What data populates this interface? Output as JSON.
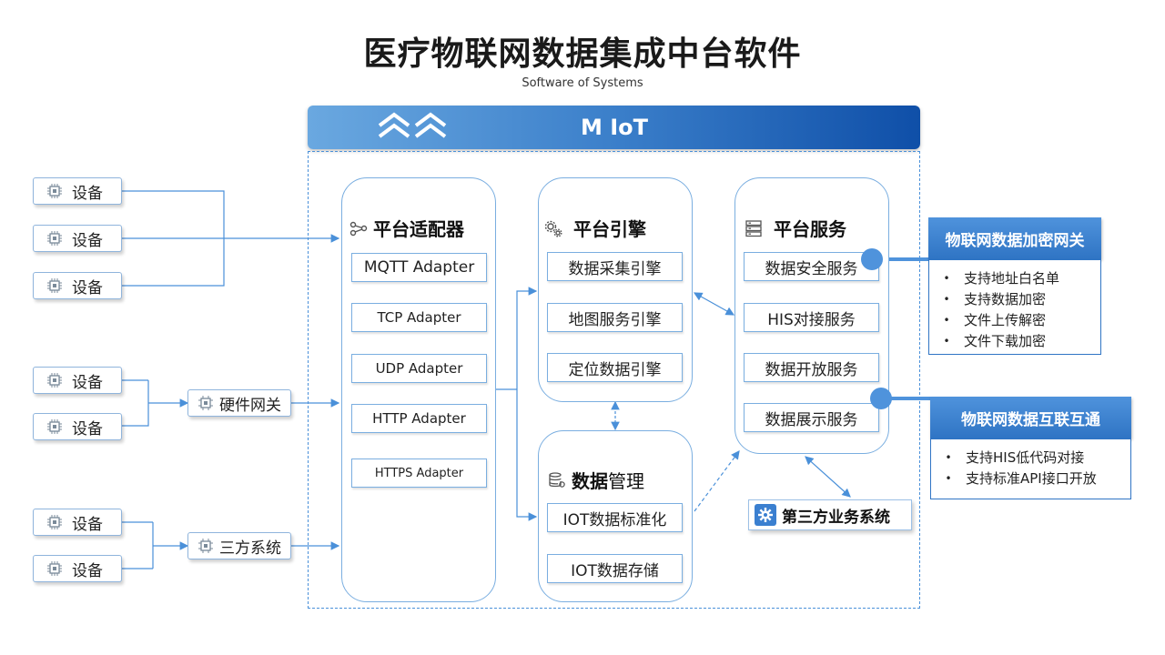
{
  "title": "医疗物联网数据集成中台软件",
  "subtitle": "Software of Systems",
  "banner": {
    "label": "M IoT",
    "logo_icon": "double-chevron-up-icon"
  },
  "devices": [
    {
      "label": "设备"
    },
    {
      "label": "设备"
    },
    {
      "label": "设备"
    },
    {
      "label": "设备"
    },
    {
      "label": "设备"
    },
    {
      "label": "设备"
    },
    {
      "label": "设备"
    }
  ],
  "gateways": {
    "hardware": "硬件网关",
    "third_party": "三方系统"
  },
  "adapter_panel": {
    "title": "平台适配器",
    "items": [
      "MQTT Adapter",
      "TCP Adapter",
      "UDP Adapter",
      "HTTP Adapter",
      "HTTPS Adapter"
    ]
  },
  "engine_panel": {
    "title": "平台引擎",
    "items": [
      "数据采集引擎",
      "地图服务引擎",
      "定位数据引擎"
    ]
  },
  "data_panel": {
    "title_bold": "数据",
    "title_rest": "管理",
    "items": [
      "IOT数据标准化",
      "IOT数据存储"
    ]
  },
  "service_panel": {
    "title": "平台服务",
    "items": [
      "数据安全服务",
      "HIS对接服务",
      "数据开放服务",
      "数据展示服务"
    ]
  },
  "callout_encrypt": {
    "title": "物联网数据加密网关",
    "items": [
      "支持地址白名单",
      "支持数据加密",
      "文件上传解密",
      "文件下载加密"
    ]
  },
  "callout_interop": {
    "title": "物联网数据互联互通",
    "items": [
      "支持HIS低代码对接",
      "支持标准API接口开放"
    ]
  },
  "third_party_system": "第三方业务系统",
  "colors": {
    "accent": "#4f93dc",
    "border": "#7aaee0",
    "banner_dark": "#0f4fa8"
  }
}
